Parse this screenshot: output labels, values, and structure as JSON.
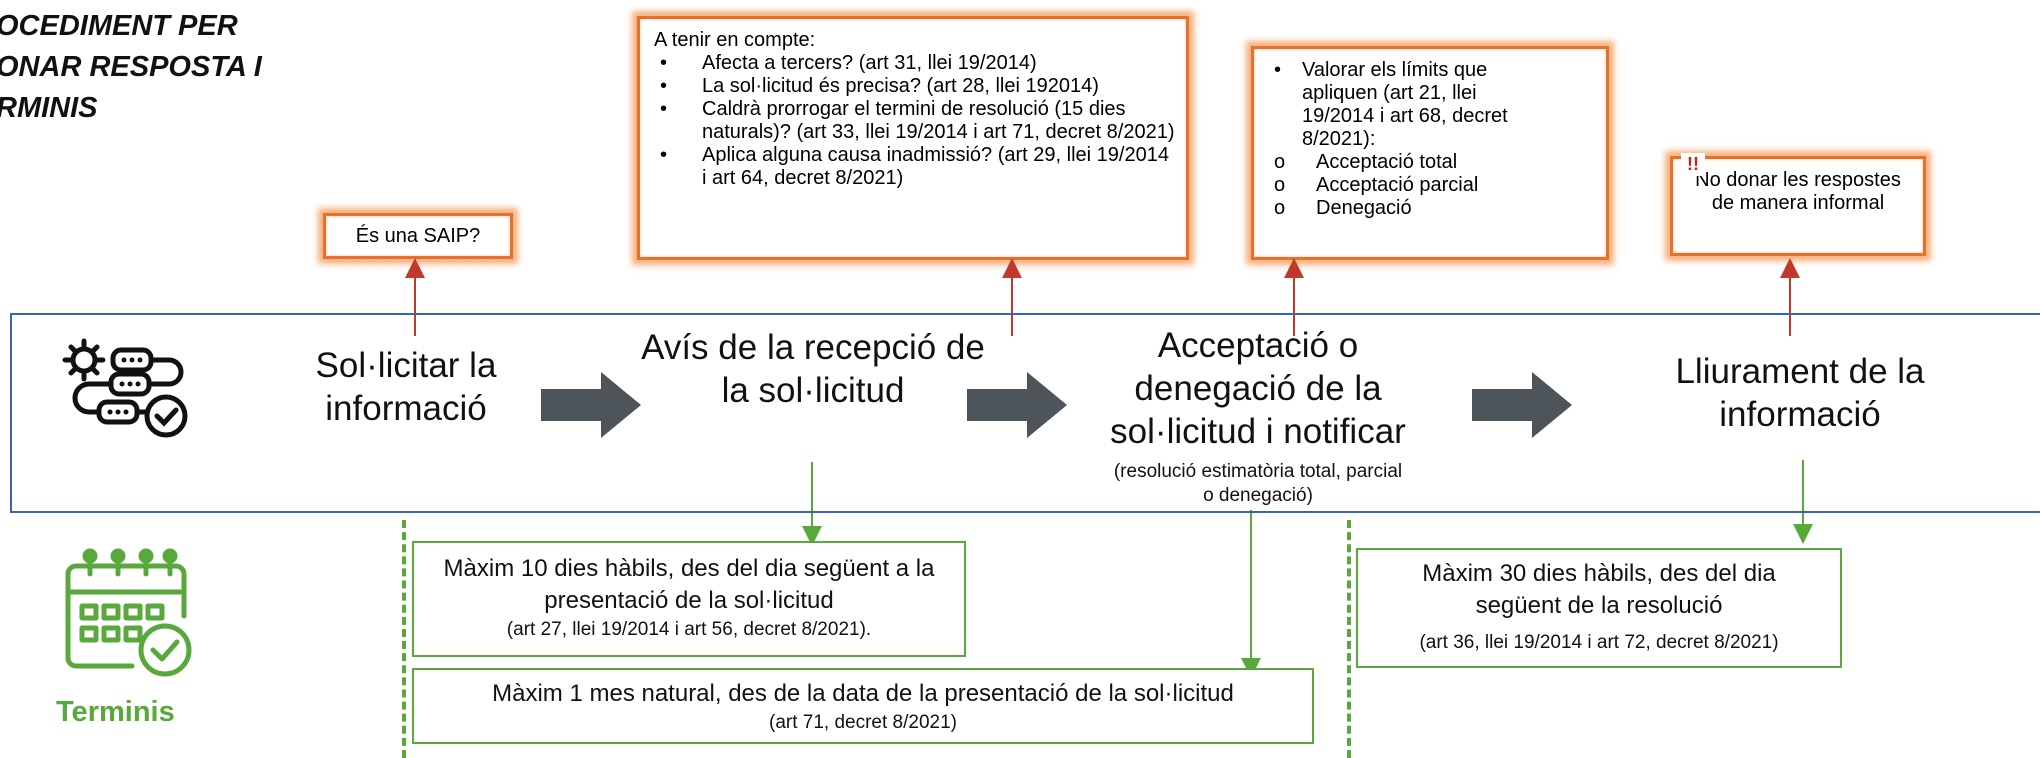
{
  "title": {
    "line1": "OCEDIMENT PER",
    "line2": "ONAR RESPOSTA I",
    "line3": "RMINIS"
  },
  "notes": {
    "saip": "És una SAIP?",
    "tenir": {
      "heading": "A tenir en compte:",
      "items": [
        "Afecta a tercers? (art 31, llei 19/2014)",
        "La sol·licitud és precisa? (art 28, llei 192014)",
        "Caldrà prorrogar el termini de resolució (15 dies naturals)? (art 33, llei 19/2014 i art 71, decret 8/2021)",
        "Aplica alguna causa inadmissió? (art 29, llei 19/2014 i art 64, decret 8/2021)"
      ]
    },
    "limits": {
      "item": "Valorar els límits que apliquen (art 21, llei 19/2014 i art 68, decret 8/2021):",
      "options": [
        "Acceptació total",
        "Acceptació parcial",
        "Denegació"
      ]
    },
    "informal": {
      "marker": "!!",
      "text": "No donar les respostes de manera informal"
    }
  },
  "process": {
    "icon": "workflow-gear-check-icon",
    "steps": [
      "Sol·licitar la informació",
      "Avís de la recepció de la sol·licitud",
      "Acceptació o denegació de la sol·licitud i notificar",
      "Lliurament de la informació"
    ],
    "step3_sub": "(resolució estimatòria total, parcial o denegació)"
  },
  "terms": {
    "icon": "calendar-check-icon",
    "label": "Terminis",
    "box1_main": "Màxim 10 dies hàbils, des del dia següent a la presentació de la sol·licitud",
    "box1_ref": "(art 27, llei 19/2014 i art 56, decret 8/2021).",
    "box2_main": "Màxim 1 mes natural, des de la data de la presentació de la sol·licitud",
    "box2_ref": "(art 71, decret 8/2021)",
    "box3_main": "Màxim  30 dies hàbils, des del dia següent de la resolució",
    "box3_ref": "(art 36, llei 19/2014 i art 72, decret 8/2021)"
  },
  "colors": {
    "orange": "#e8702a",
    "red_arrow": "#c0392b",
    "blue_band": "#3a63b0",
    "green": "#58a83c",
    "gray_arrow": "#4d545a"
  }
}
